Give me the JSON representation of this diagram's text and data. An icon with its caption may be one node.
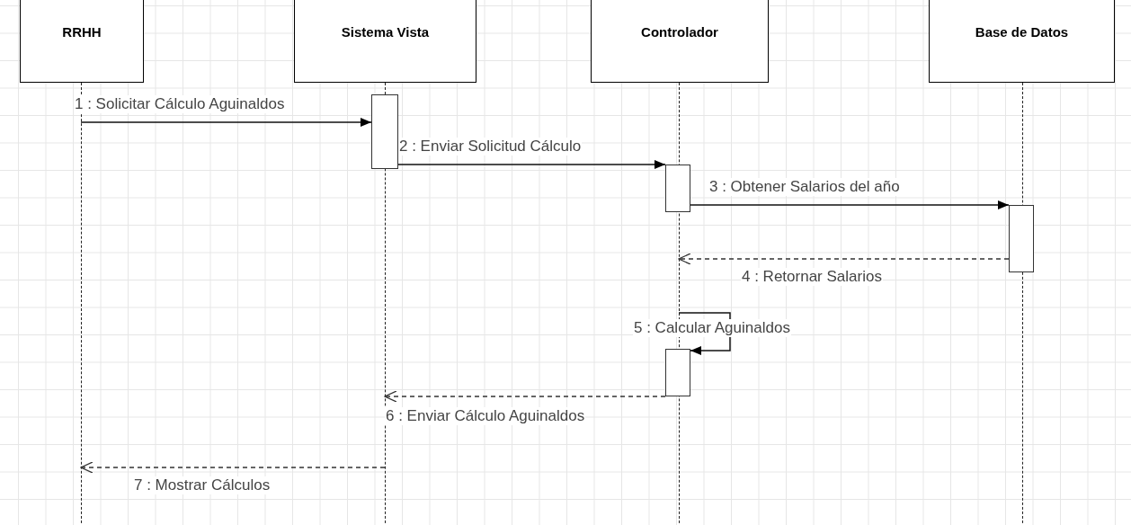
{
  "diagram": {
    "nodes": [
      {
        "text": [
          "RRHH"
        ]
      },
      {
        "text": [
          "Sistema Vista"
        ]
      },
      {
        "text": [
          "Controlador"
        ]
      },
      {
        "text": [
          "Base de Datos"
        ]
      },
      {
        "text": [],
        "shape": "line"
      },
      {
        "text": [],
        "shape": "line"
      },
      {
        "text": [],
        "shape": "line"
      },
      {
        "text": [],
        "shape": "line"
      },
      {
        "text": [],
        "shape": "bar"
      },
      {
        "text": [],
        "shape": "bar"
      },
      {
        "text": [],
        "shape": "bar"
      },
      {
        "text": [],
        "shape": "bar"
      }
    ],
    "edges": [
      {
        "from": 4,
        "to": 8,
        "arrow": "to",
        "label": "1 : Solicitar Cálculo Aguinaldos"
      },
      {
        "from": 8,
        "to": 9,
        "arrow": "to",
        "label": "2 : Enviar Solicitud Cálculo"
      },
      {
        "from": 9,
        "to": 10,
        "arrow": "to",
        "label": "3 : Obtener Salarios del año"
      },
      {
        "from": 10,
        "to": 6,
        "arrow": "to",
        "style": "dashed",
        "label": "4 : Retornar Salarios"
      },
      {
        "from": 6,
        "to": 11,
        "arrow": "to",
        "label": "5 : Calcular Aguinaldos"
      },
      {
        "from": 11,
        "to": 5,
        "arrow": "to",
        "style": "dashed",
        "label": "6 : Enviar Cálculo Aguinaldos"
      },
      {
        "from": 5,
        "to": 4,
        "arrow": "to",
        "style": "dashed",
        "label": "7 : Mostrar Cálculos"
      }
    ]
  }
}
